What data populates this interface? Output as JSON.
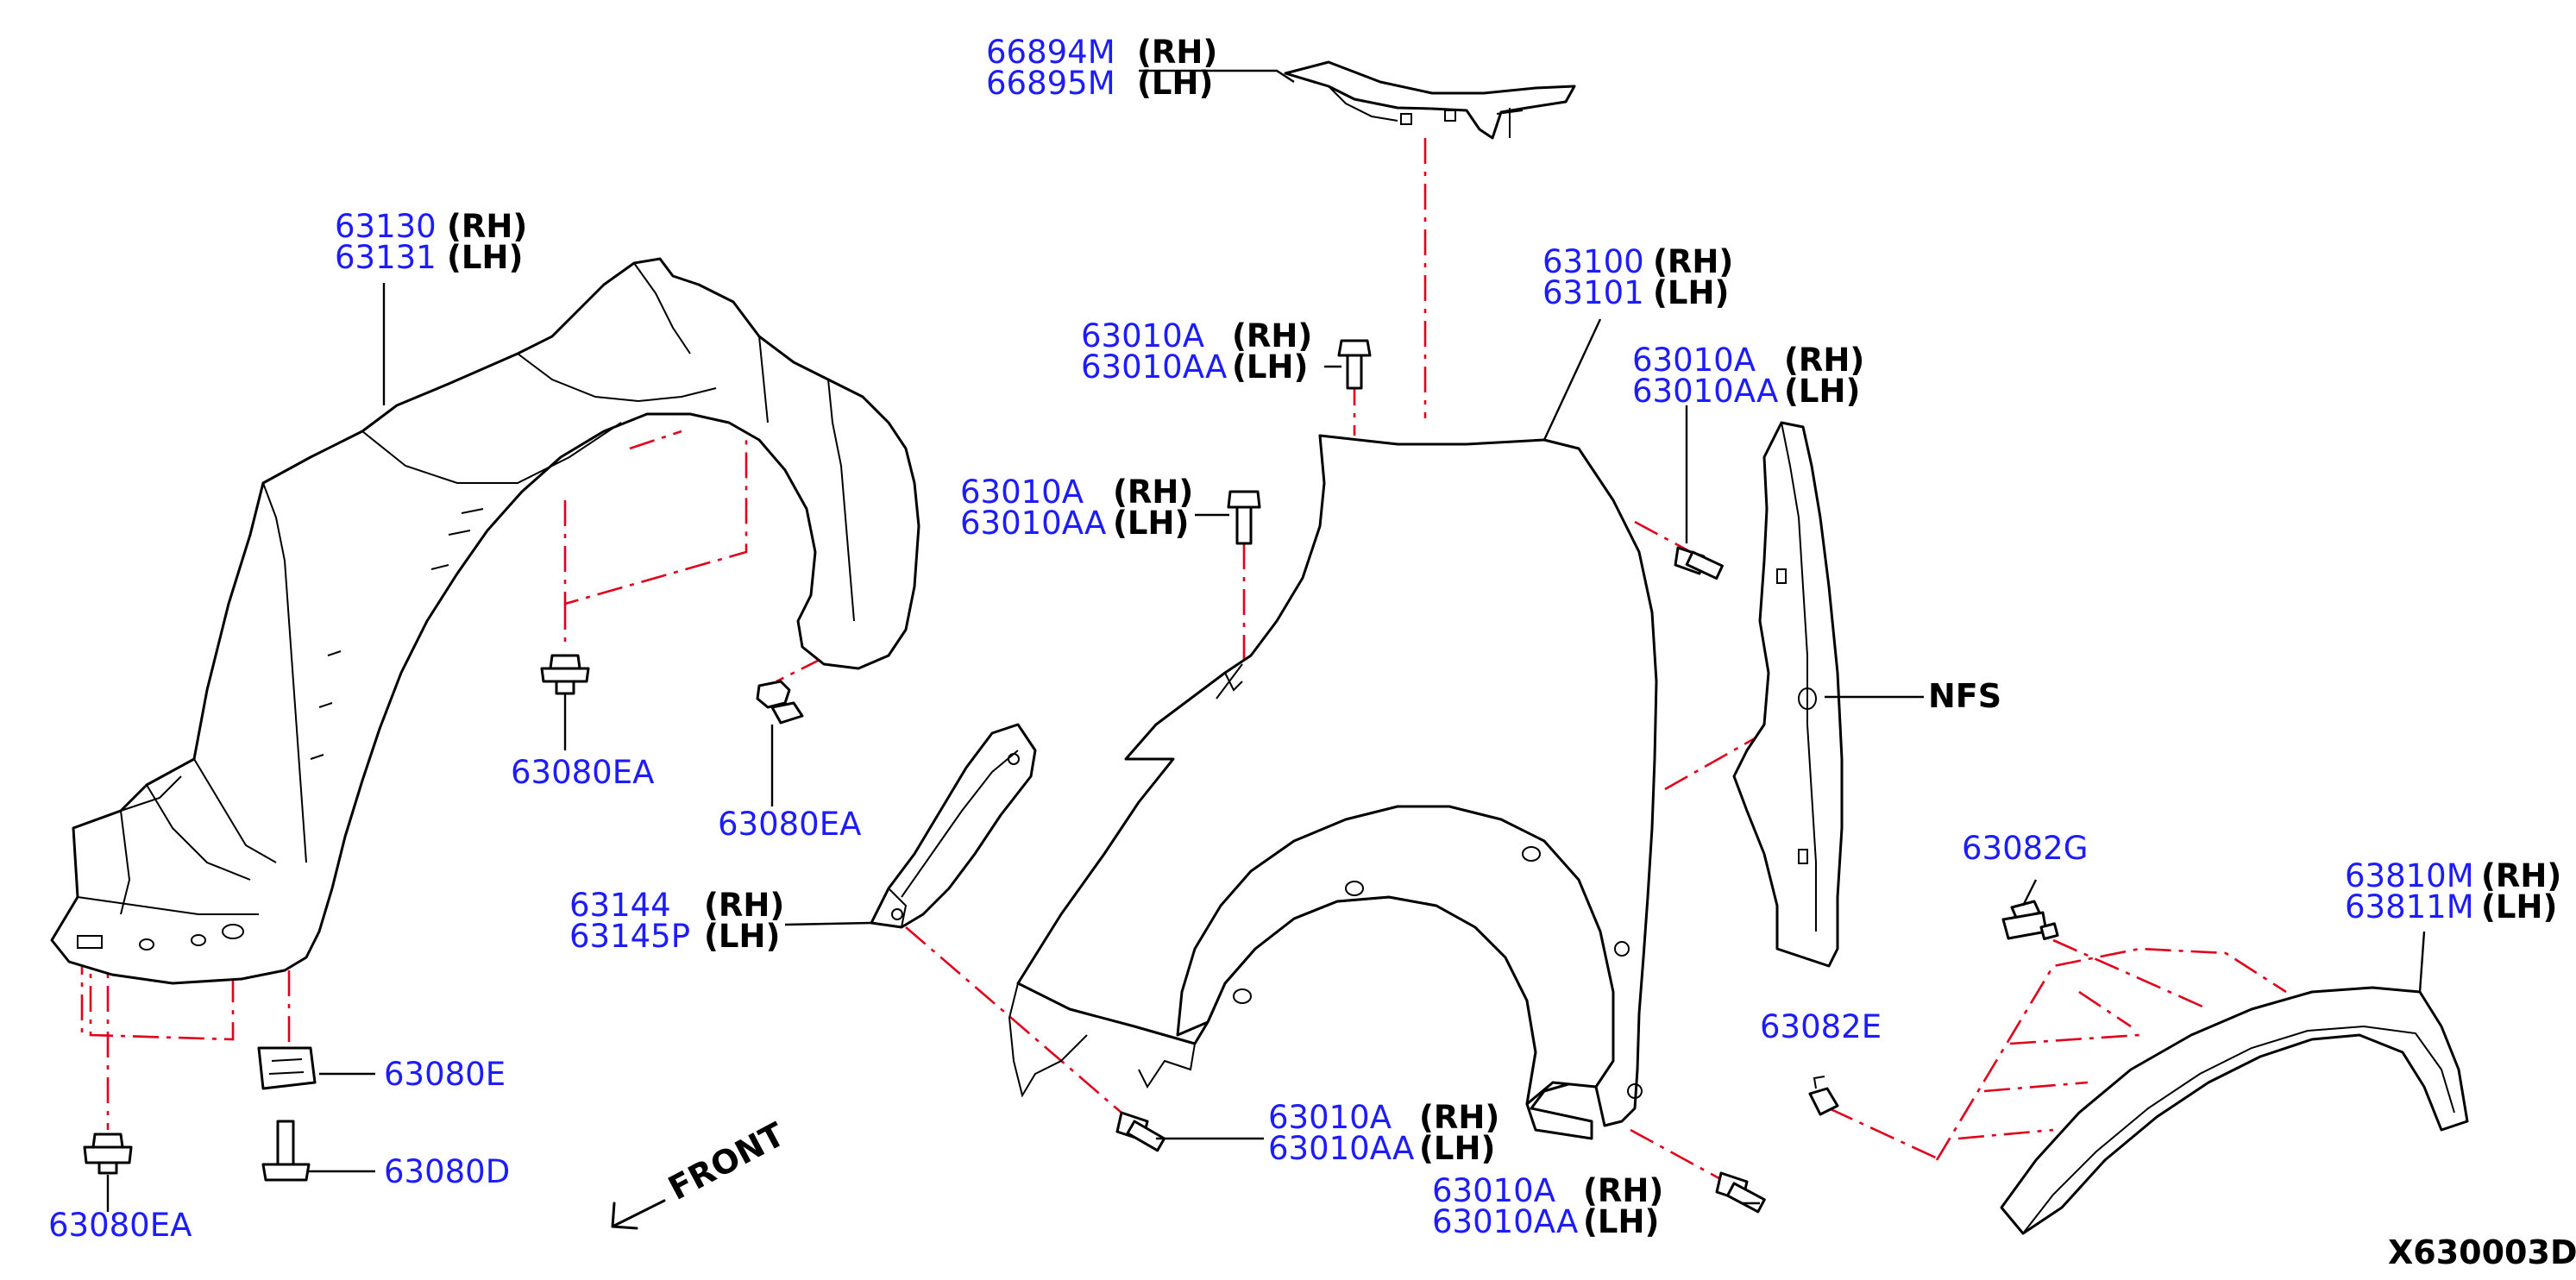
{
  "diagram": {
    "reference_code": "X630003D",
    "front_arrow_label": "FRONT",
    "callouts": {
      "moulding_top": {
        "rh_number": "66894M",
        "lh_number": "66895M",
        "rh": "(RH)",
        "lh": "(LH)"
      },
      "liner_front": {
        "rh_number": "63130",
        "lh_number": "63131",
        "rh": "(RH)",
        "lh": "(LH)"
      },
      "fender": {
        "rh_number": "63100",
        "lh_number": "63101",
        "rh": "(RH)",
        "lh": "(LH)"
      },
      "bolt_top": {
        "rh_number": "63010A",
        "lh_number": "63010AA",
        "rh": "(RH)",
        "lh": "(LH)"
      },
      "bolt_right": {
        "rh_number": "63010A",
        "lh_number": "63010AA",
        "rh": "(RH)",
        "lh": "(LH)"
      },
      "bolt_left": {
        "rh_number": "63010A",
        "lh_number": "63010AA",
        "rh": "(RH)",
        "lh": "(LH)"
      },
      "bolt_bottom": {
        "rh_number": "63010A",
        "lh_number": "63010AA",
        "rh": "(RH)",
        "lh": "(LH)"
      },
      "bolt_lowest": {
        "rh_number": "63010A",
        "lh_number": "63010AA",
        "rh": "(RH)",
        "lh": "(LH)"
      },
      "bracket": {
        "rh_number": "63144",
        "lh_number": "63145P",
        "rh": "(RH)",
        "lh": "(LH)"
      },
      "moulding_arch": {
        "rh_number": "63810M",
        "lh_number": "63811M",
        "rh": "(RH)",
        "lh": "(LH)"
      },
      "clip_a": "63080EA",
      "clip_b": "63080EA",
      "clip_c": "63080EA",
      "clip_e": "63080E",
      "clip_d": "63080D",
      "clip_g": "63082G",
      "clip_82e": "63082E",
      "nfs": "NFS"
    }
  }
}
